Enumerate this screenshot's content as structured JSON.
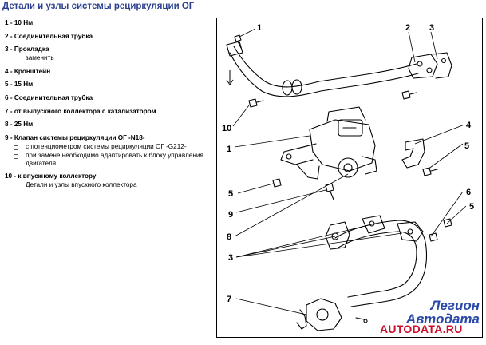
{
  "title": "Детали и узлы системы рециркуляции ОГ",
  "legend": [
    {
      "num": "1",
      "text": "10 Нм",
      "subs": []
    },
    {
      "num": "2",
      "text": "Соединительная трубка",
      "subs": []
    },
    {
      "num": "3",
      "text": "Прокладка",
      "subs": [
        "заменить"
      ]
    },
    {
      "num": "4",
      "text": "Кронштейн",
      "subs": []
    },
    {
      "num": "5",
      "text": "15 Нм",
      "subs": []
    },
    {
      "num": "6",
      "text": "Соединительная трубка",
      "subs": []
    },
    {
      "num": "7",
      "text": "от выпускного коллектора с катализатором",
      "subs": []
    },
    {
      "num": "8",
      "text": "25 Нм",
      "subs": []
    },
    {
      "num": "9",
      "text": "Клапан системы рециркуляции ОГ -N18-",
      "subs": [
        "с потенциометром системы рециркуляции ОГ -G212-",
        "при замене необходимо адаптировать к блоку управления двигателя"
      ]
    },
    {
      "num": "10",
      "text": "к впускному коллектору",
      "subs": [
        "Детали и узлы впускного коллектора"
      ]
    }
  ],
  "callouts": {
    "c1a": "1",
    "c2": "2",
    "c3a": "3",
    "c10": "10",
    "c1b": "1",
    "c4": "4",
    "c5a": "5",
    "c5b": "5",
    "c9": "9",
    "c8": "8",
    "c3b": "3",
    "c7": "7",
    "c6": "6",
    "c5c": "5"
  },
  "brand": {
    "line1": "Легион",
    "line2": "Автодата",
    "site": "AUTODATA.RU"
  },
  "colors": {
    "title": "#2b3f8f",
    "brand": "#2b4aa8",
    "site": "#c8102e"
  }
}
